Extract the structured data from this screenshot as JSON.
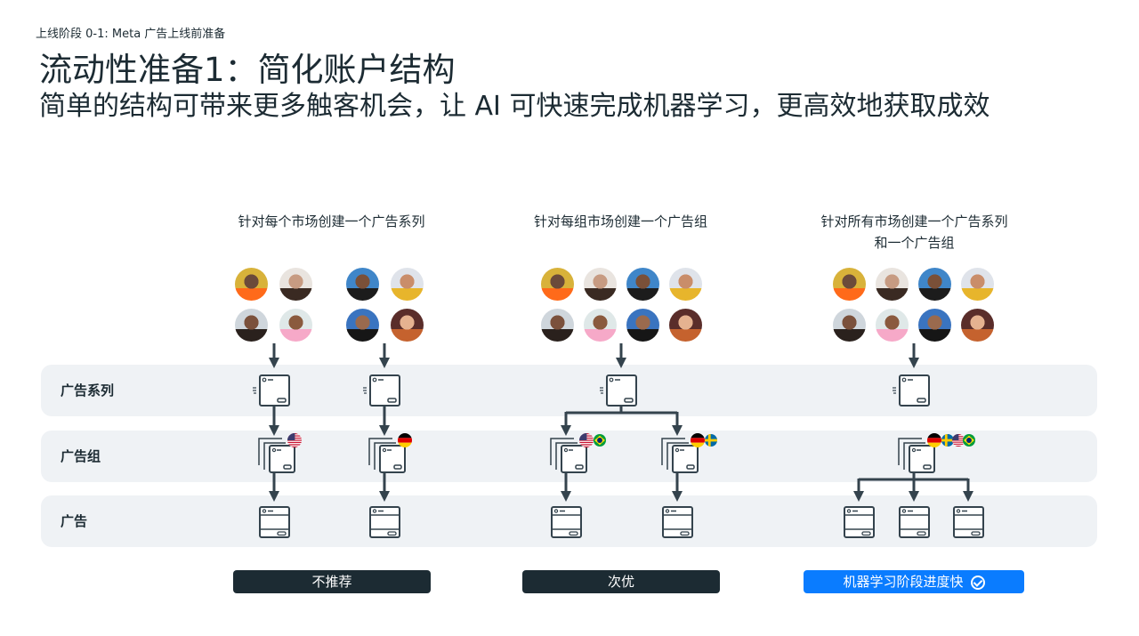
{
  "header": {
    "eyebrow": "上线阶段 0-1: Meta 广告上线前准备",
    "title": "流动性准备1：简化账户结构",
    "subtitle": "简单的结构可带来更多触客机会，让 AI 可快速完成机器学习，更高效地获取成效"
  },
  "rows": [
    {
      "label": "广告系列"
    },
    {
      "label": "广告组"
    },
    {
      "label": "广告"
    }
  ],
  "columns": [
    {
      "heading": "针对每个市场创建一个广告系列",
      "heading_line2": "",
      "badge": "不推荐",
      "badge_style": "dark",
      "campaigns": 2,
      "ad_sets": [
        [
          "US"
        ],
        [
          "DE"
        ]
      ],
      "ads": 2
    },
    {
      "heading": "针对每组市场创建一个广告组",
      "heading_line2": "",
      "badge": "次优",
      "badge_style": "dark",
      "campaigns": 1,
      "ad_sets": [
        [
          "US",
          "BR"
        ],
        [
          "DE",
          "SE"
        ]
      ],
      "ads": 2
    },
    {
      "heading": "针对所有市场创建一个广告系列",
      "heading_line2": "和一个广告组",
      "badge": "机器学习阶段进度快",
      "badge_style": "blue",
      "badge_icon": "check-circle-icon",
      "campaigns": 1,
      "ad_sets": [
        [
          "DE",
          "SE",
          "US",
          "BR"
        ]
      ],
      "ads": 3
    }
  ],
  "audience_avatars": [
    "person-orange-hat",
    "person-long-hair",
    "person-bucket-hat",
    "person-yellow-scarf",
    "person-smiling",
    "person-pink-shirt",
    "person-black-hat",
    "person-curly-hair"
  ],
  "colors": {
    "ink": "#1c2b33",
    "band": "#eff2f5",
    "accent_blue": "#0a7cff"
  }
}
